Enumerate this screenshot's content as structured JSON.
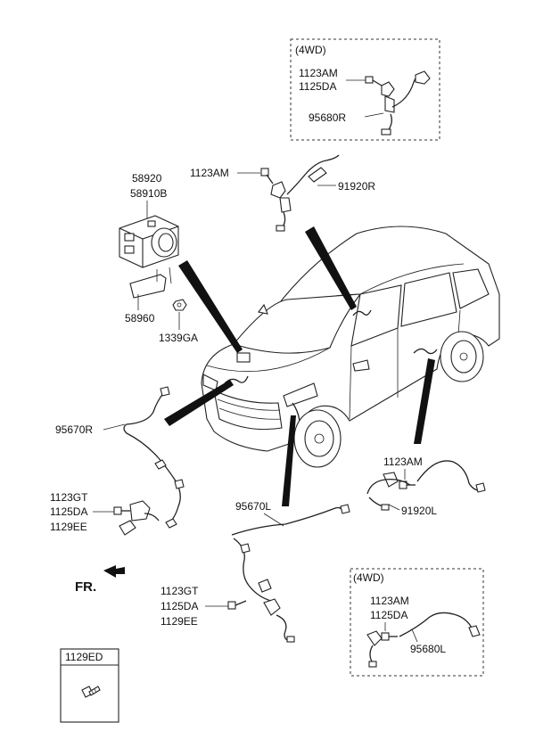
{
  "colors": {
    "ink": "#222222",
    "paper": "#ffffff"
  },
  "labels": {
    "box_top_4wd": "(4WD)",
    "box_top_1123am": "1123AM",
    "box_top_1125da": "1125DA",
    "box_top_95680r": "95680R",
    "p_1123am_top": "1123AM",
    "p_91920r": "91920R",
    "p_58920": "58920",
    "p_58910b": "58910B",
    "p_58960": "58960",
    "p_1339ga": "1339GA",
    "p_95670r": "95670R",
    "p_1123gt_l": "1123GT",
    "p_1125da_l": "1125DA",
    "p_1129ee_l": "1129EE",
    "p_fr": "FR.",
    "p_95670l": "95670L",
    "p_1123gt_c": "1123GT",
    "p_1125da_c": "1125DA",
    "p_1129ee_c": "1129EE",
    "p_1123am_r": "1123AM",
    "p_91920l": "91920L",
    "box_bot_4wd": "(4WD)",
    "box_bot_1123am": "1123AM",
    "box_bot_1125da": "1125DA",
    "box_bot_95680l": "95680L",
    "legend_1129ed": "1129ED"
  },
  "icons": [
    "bolt-icon",
    "nut-icon",
    "arrow-icon"
  ]
}
